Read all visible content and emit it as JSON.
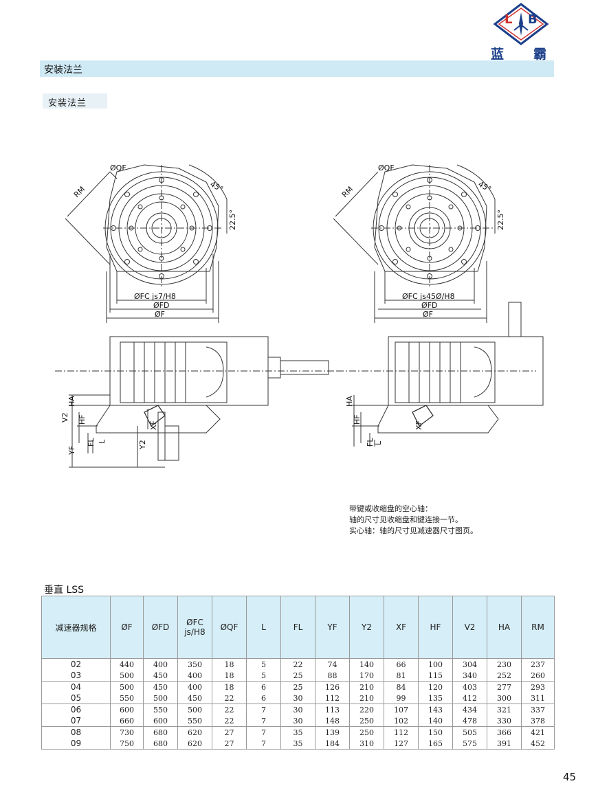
{
  "brand": {
    "logo_mark": "LB",
    "name_left": "蓝",
    "name_right": "霸",
    "logo_color": "#1b3f8a",
    "accent_color": "#d0312d"
  },
  "section": {
    "title": "安装法兰",
    "bar_color": "#cfe9f5"
  },
  "sub_label": "安装法兰",
  "drawing_labels": {
    "qf": "ØQF",
    "rm": "RM",
    "angle45": "45°",
    "angle22": "22.5°",
    "fc_left": "ØFC js7/H8",
    "fc_right": "ØFC js45Ø/H8",
    "fd": "ØFD",
    "f": "ØF",
    "v2": "V2",
    "ha": "HA",
    "hf": "HF",
    "yf": "YF",
    "fl": "FL",
    "l": "L",
    "xf": "XF",
    "y2": "Y2"
  },
  "notes": [
    "带键或收缩盘的空心轴：",
    "轴的尺寸见收缩盘和键连接一节。",
    "实心轴：轴的尺寸见减速器尺寸图页。"
  ],
  "table": {
    "title": "垂直 LSS",
    "header_color": "#d6eef7",
    "headers": [
      "减速器规格",
      "ØF",
      "ØFD",
      "ØFC js/H8",
      "ØQF",
      "L",
      "FL",
      "YF",
      "Y2",
      "XF",
      "HF",
      "V2",
      "HA",
      "RM"
    ],
    "rows": [
      [
        "02",
        "440",
        "400",
        "350",
        "18",
        "5",
        "22",
        "74",
        "140",
        "66",
        "100",
        "304",
        "230",
        "237"
      ],
      [
        "03",
        "500",
        "450",
        "400",
        "18",
        "5",
        "25",
        "88",
        "170",
        "81",
        "115",
        "340",
        "252",
        "260"
      ],
      [
        "04",
        "500",
        "450",
        "400",
        "18",
        "6",
        "25",
        "126",
        "210",
        "84",
        "120",
        "403",
        "277",
        "293"
      ],
      [
        "05",
        "550",
        "500",
        "450",
        "22",
        "6",
        "30",
        "112",
        "210",
        "99",
        "135",
        "412",
        "300",
        "311"
      ],
      [
        "06",
        "600",
        "550",
        "500",
        "22",
        "7",
        "30",
        "113",
        "220",
        "107",
        "143",
        "434",
        "321",
        "337"
      ],
      [
        "07",
        "660",
        "600",
        "550",
        "22",
        "7",
        "30",
        "148",
        "250",
        "102",
        "140",
        "478",
        "330",
        "378"
      ],
      [
        "08",
        "730",
        "680",
        "620",
        "27",
        "7",
        "35",
        "139",
        "250",
        "112",
        "150",
        "505",
        "366",
        "421"
      ],
      [
        "09",
        "750",
        "680",
        "620",
        "27",
        "7",
        "35",
        "184",
        "310",
        "127",
        "165",
        "575",
        "391",
        "452"
      ]
    ]
  },
  "page_number": "45"
}
